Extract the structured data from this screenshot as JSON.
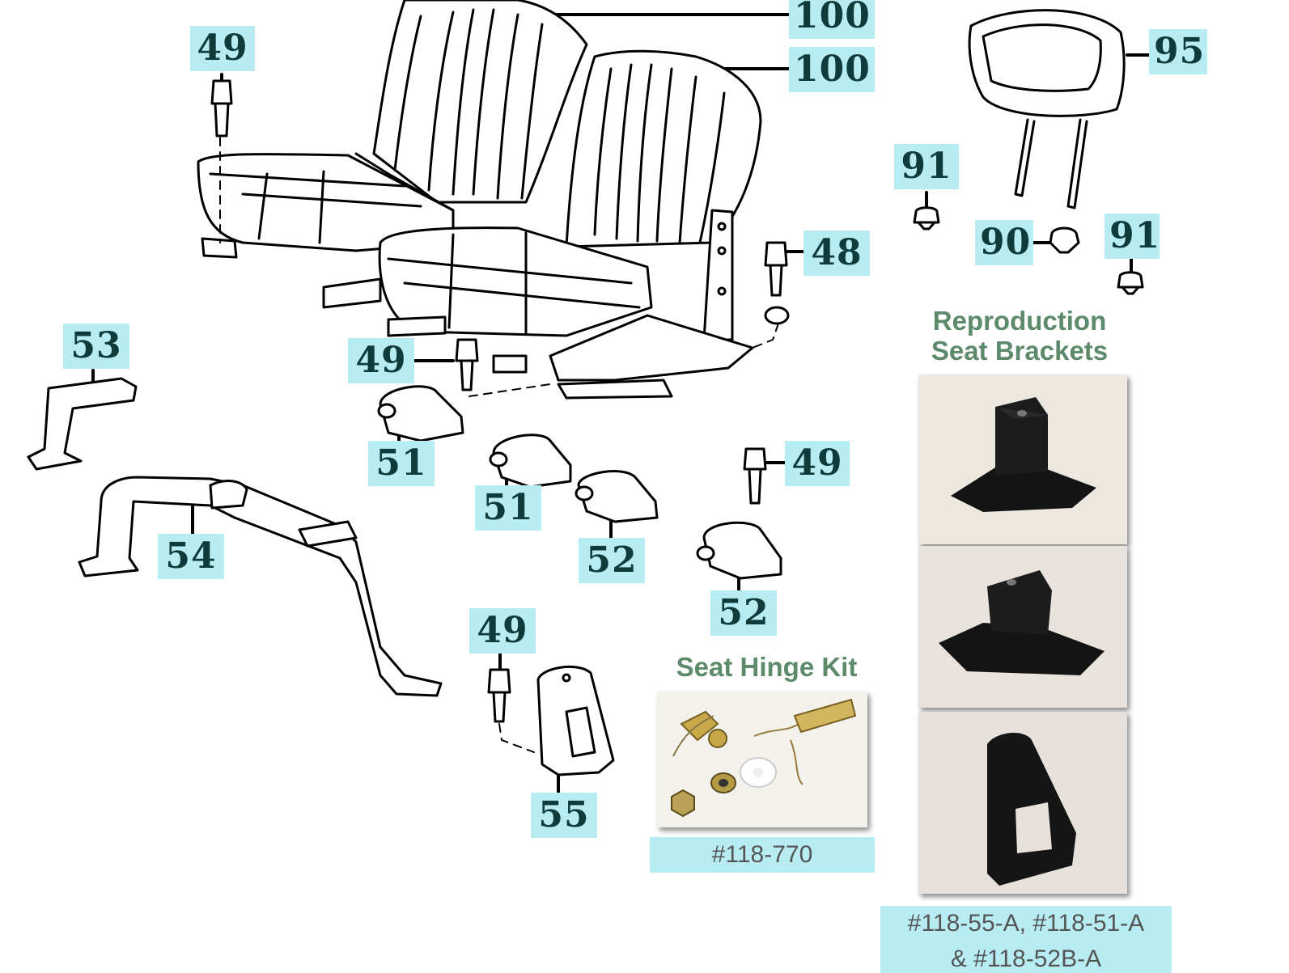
{
  "callouts": [
    {
      "id": "c100a",
      "label": "100"
    },
    {
      "id": "c100b",
      "label": "100"
    },
    {
      "id": "c95",
      "label": "95"
    },
    {
      "id": "c49a",
      "label": "49"
    },
    {
      "id": "c91a",
      "label": "91"
    },
    {
      "id": "c90",
      "label": "90"
    },
    {
      "id": "c91b",
      "label": "91"
    },
    {
      "id": "c48",
      "label": "48"
    },
    {
      "id": "c53",
      "label": "53"
    },
    {
      "id": "c49b",
      "label": "49"
    },
    {
      "id": "c51a",
      "label": "51"
    },
    {
      "id": "c51b",
      "label": "51"
    },
    {
      "id": "c49c",
      "label": "49"
    },
    {
      "id": "c54",
      "label": "54"
    },
    {
      "id": "c52a",
      "label": "52"
    },
    {
      "id": "c52b",
      "label": "52"
    },
    {
      "id": "c49d",
      "label": "49"
    },
    {
      "id": "c55",
      "label": "55"
    }
  ],
  "headings": {
    "reproduction_line1": "Reproduction",
    "reproduction_line2": "Seat Brackets",
    "hinge_kit": "Seat Hinge Kit"
  },
  "captions": {
    "hinge_kit_part": "#118-770",
    "brackets_parts_line1": "#118-55-A, #118-51-A",
    "brackets_parts_line2": "& #118-52B-A"
  },
  "colors": {
    "callout_bg": "#b7ecf3",
    "callout_text": "#0f3b3b",
    "heading_text": "#5c8a6a",
    "line_art": "#000000"
  }
}
